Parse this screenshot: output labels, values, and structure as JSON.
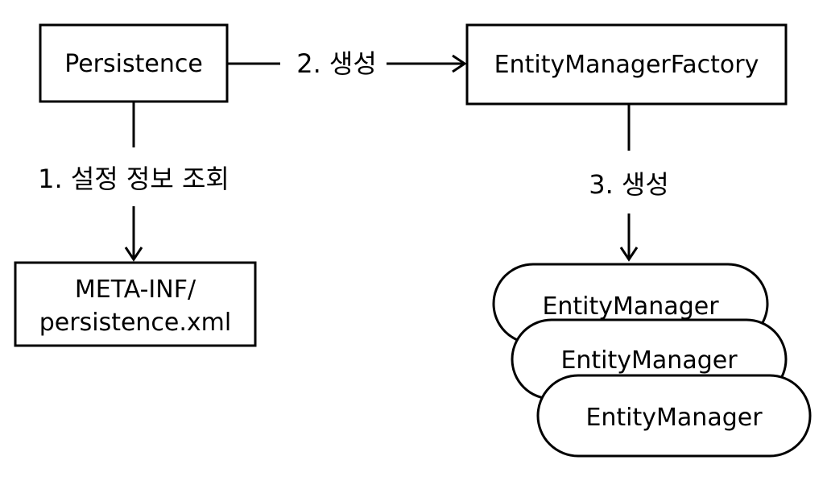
{
  "nodes": {
    "persistence": {
      "label": "Persistence"
    },
    "emf": {
      "label": "EntityManagerFactory"
    },
    "config_file": {
      "line1": "META-INF/",
      "line2": "persistence.xml"
    },
    "entity_managers": [
      {
        "label": "EntityManager"
      },
      {
        "label": "EntityManager"
      },
      {
        "label": "EntityManager"
      }
    ]
  },
  "edges": {
    "step1": {
      "label": "1. 설정 정보 조회"
    },
    "step2": {
      "label": "2. 생성"
    },
    "step3": {
      "label": "3. 생성"
    }
  }
}
